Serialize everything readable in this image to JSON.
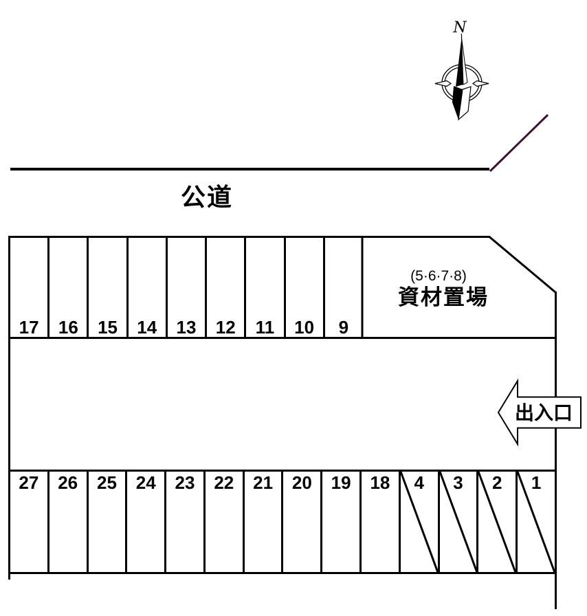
{
  "colors": {
    "ink": "#000000",
    "background": "#ffffff",
    "site_boundary_line": "#3b1135"
  },
  "compass": {
    "north_label": "N"
  },
  "road": {
    "label": "公道"
  },
  "storage": {
    "note": "(5·6·7·8)",
    "label": "資材置場"
  },
  "entrance": {
    "label": "出入口"
  },
  "top_row": {
    "stalls": [
      {
        "number": "17"
      },
      {
        "number": "16"
      },
      {
        "number": "15"
      },
      {
        "number": "14"
      },
      {
        "number": "13"
      },
      {
        "number": "12"
      },
      {
        "number": "11"
      },
      {
        "number": "10"
      },
      {
        "number": "9"
      }
    ]
  },
  "bottom_row": {
    "stalls": [
      {
        "number": "27"
      },
      {
        "number": "26"
      },
      {
        "number": "25"
      },
      {
        "number": "24"
      },
      {
        "number": "23"
      },
      {
        "number": "22"
      },
      {
        "number": "21"
      },
      {
        "number": "20"
      },
      {
        "number": "19"
      },
      {
        "number": "18"
      },
      {
        "number": "4",
        "slash": true
      },
      {
        "number": "3",
        "slash": true
      },
      {
        "number": "2",
        "slash": true
      },
      {
        "number": "1",
        "slash": true
      }
    ]
  }
}
